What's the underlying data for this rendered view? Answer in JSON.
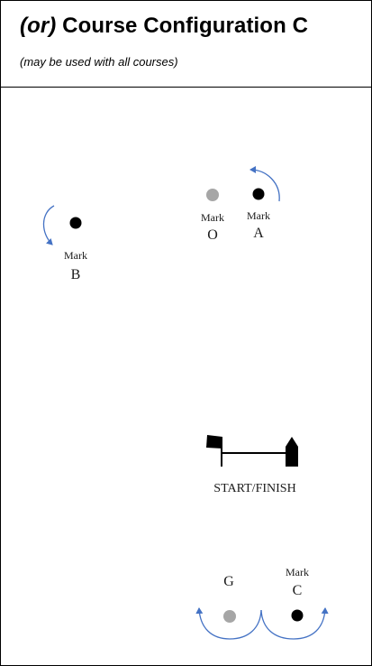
{
  "header": {
    "title_prefix": "(or)",
    "title_main": "Course Configuration C",
    "subtitle": "(may be used with all courses)"
  },
  "marks": {
    "o": {
      "word": "Mark",
      "letter": "O",
      "color": "#a6a6a6"
    },
    "a": {
      "word": "Mark",
      "letter": "A",
      "color": "#000000"
    },
    "b": {
      "word": "Mark",
      "letter": "B",
      "color": "#000000"
    },
    "g": {
      "letter": "G",
      "color": "#a6a6a6"
    },
    "c": {
      "word": "Mark",
      "letter": "C",
      "color": "#000000"
    }
  },
  "start_finish": {
    "label": "START/FINISH"
  },
  "colors": {
    "rounding_arrow": "#4472c4",
    "line": "#000000"
  }
}
